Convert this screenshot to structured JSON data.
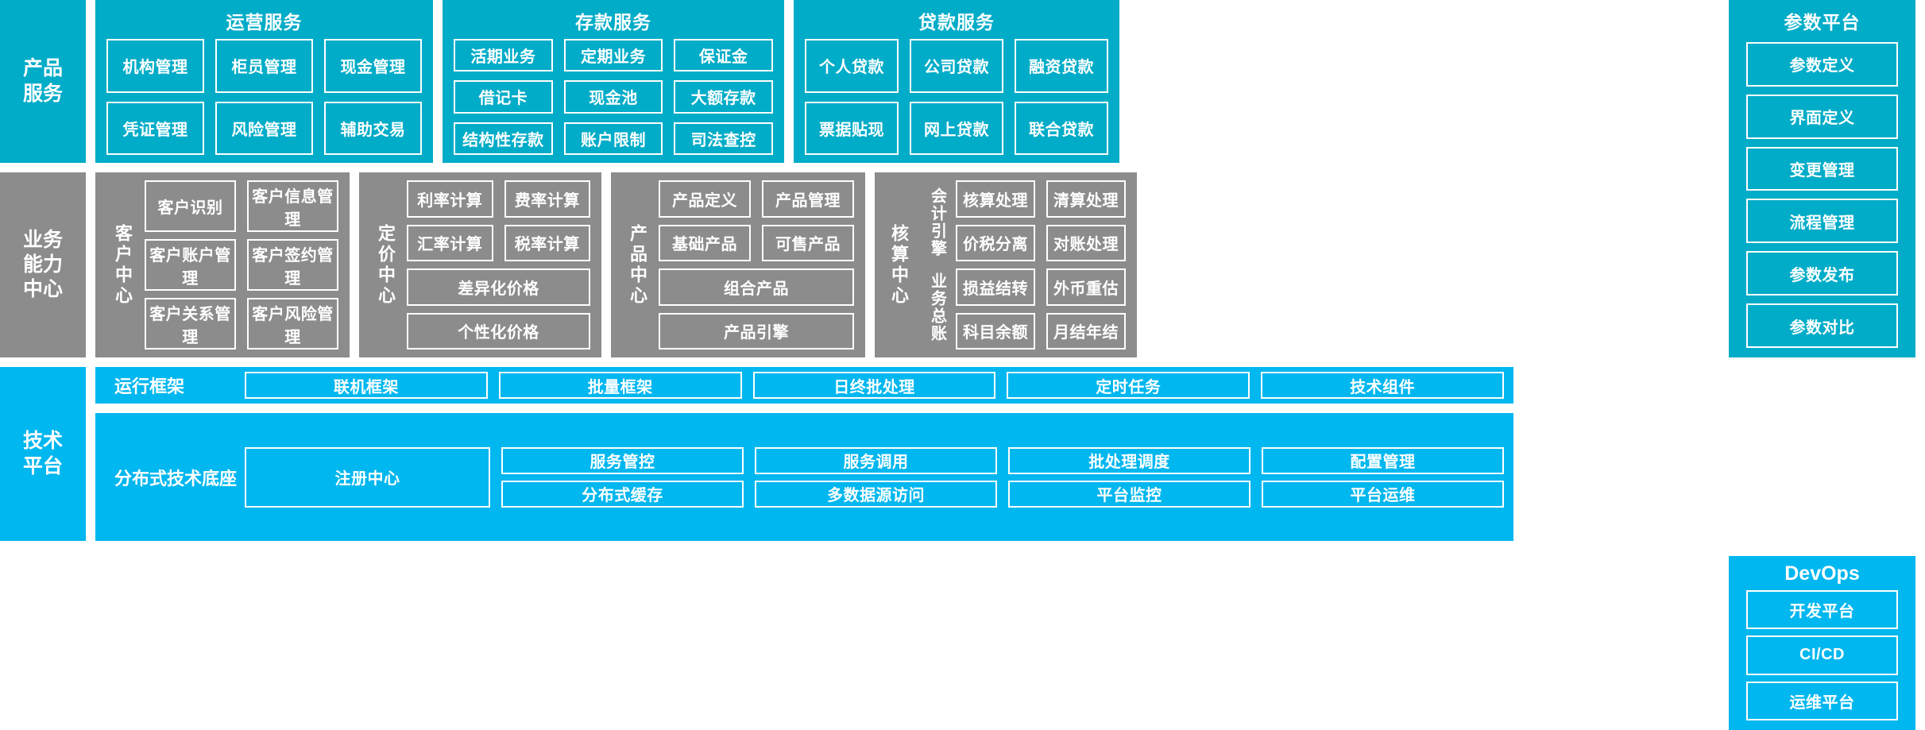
{
  "bands": {
    "products": {
      "rail_label": "产品\n服务",
      "groups": [
        {
          "title": "运营服务",
          "rows": [
            [
              "机构管理",
              "柜员管理",
              "现金管理"
            ],
            [
              "凭证管理",
              "风险管理",
              "辅助交易"
            ]
          ]
        },
        {
          "title": "存款服务",
          "rows": [
            [
              "活期业务",
              "定期业务",
              "保证金"
            ],
            [
              "借记卡",
              "现金池",
              "大额存款"
            ],
            [
              "结构性存款",
              "账户限制",
              "司法查控"
            ]
          ]
        },
        {
          "title": "贷款服务",
          "rows": [
            [
              "个人贷款",
              "公司贷款",
              "融资贷款"
            ],
            [
              "票据贴现",
              "网上贷款",
              "联合贷款"
            ]
          ]
        }
      ]
    },
    "capability": {
      "rail_label": "业务\n能力\n中心",
      "groups": [
        {
          "vlabel": "客户中心",
          "rows": [
            [
              "客户识别",
              "客户信息管理"
            ],
            [
              "客户账户管理",
              "客户签约管理"
            ],
            [
              "客户关系管理",
              "客户风险管理"
            ]
          ]
        },
        {
          "vlabel": "定价中心",
          "rows": [
            [
              "利率计算",
              "费率计算"
            ],
            [
              "汇率计算",
              "税率计算"
            ],
            [
              "差异化价格"
            ],
            [
              "个性化价格"
            ]
          ]
        },
        {
          "vlabel": "产品中心",
          "rows": [
            [
              "产品定义",
              "产品管理"
            ],
            [
              "基础产品",
              "可售产品"
            ],
            [
              "组合产品"
            ],
            [
              "产品引擎"
            ]
          ]
        },
        {
          "vlabel": "核算中心",
          "sub_labels": [
            "会计引擎",
            "业务总账"
          ],
          "rows": [
            [
              "核算处理",
              "清算处理"
            ],
            [
              "价税分离",
              "对账处理"
            ],
            [
              "损益结转",
              "外币重估"
            ],
            [
              "科目余额",
              "月结年结"
            ]
          ]
        }
      ]
    },
    "technology": {
      "rail_label": "技术\n平台",
      "runtime": {
        "title": "运行框架",
        "tiles": [
          "联机框架",
          "批量框架",
          "日终批处理",
          "定时任务",
          "技术组件"
        ]
      },
      "base": {
        "title": "分布式技术底座",
        "register_tile": "注册中心",
        "columns": [
          [
            "服务管控",
            "分布式缓存"
          ],
          [
            "服务调用",
            "多数据源访问"
          ],
          [
            "批处理调度",
            "平台监控"
          ],
          [
            "配置管理",
            "平台运维"
          ]
        ]
      }
    }
  },
  "side_columns": {
    "parameter_platform": {
      "title": "参数平台",
      "tiles": [
        "参数定义",
        "界面定义",
        "变更管理",
        "流程管理",
        "参数发布",
        "参数对比"
      ]
    },
    "devops": {
      "title": "DevOps",
      "tiles": [
        "开发平台",
        "CI/CD",
        "运维平台"
      ]
    }
  },
  "colors": {
    "teal": "#00acc8",
    "gray": "#8c8c8c",
    "blue": "#00b7ef",
    "border": "#ffffff",
    "background": "#ffffff"
  }
}
